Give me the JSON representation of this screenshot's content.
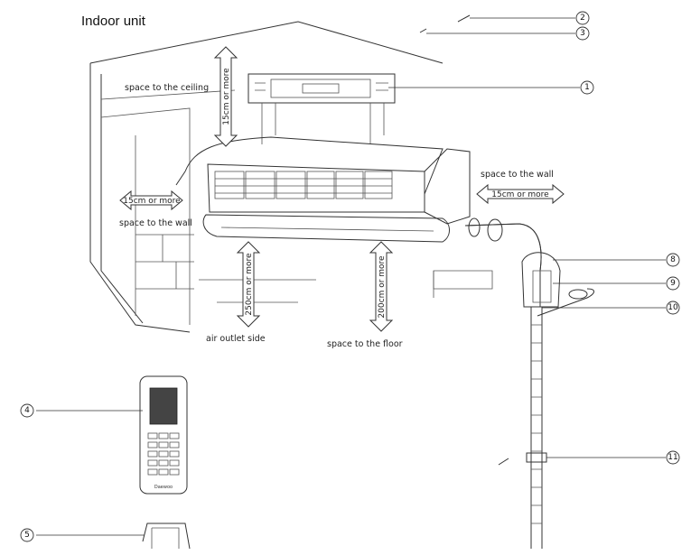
{
  "title": "Indoor unit",
  "labels": {
    "ceiling": "space to the ceiling",
    "wall_left": "space to the wall",
    "wall_right": "space to the wall",
    "air_outlet": "air outlet side",
    "floor": "space to the floor"
  },
  "dimensions": {
    "ceiling": "15cm or more",
    "wall_left": "15cm or more",
    "wall_right": "15cm or more",
    "outlet": "250cm or more",
    "floor": "200cm or more"
  },
  "callouts": {
    "c1": "1",
    "c2": "2",
    "c3": "3",
    "c4": "4",
    "c5": "5",
    "c8": "8",
    "c9": "9",
    "c10": "10",
    "c11": "11"
  },
  "remote": {
    "brand": "Daewoo"
  }
}
